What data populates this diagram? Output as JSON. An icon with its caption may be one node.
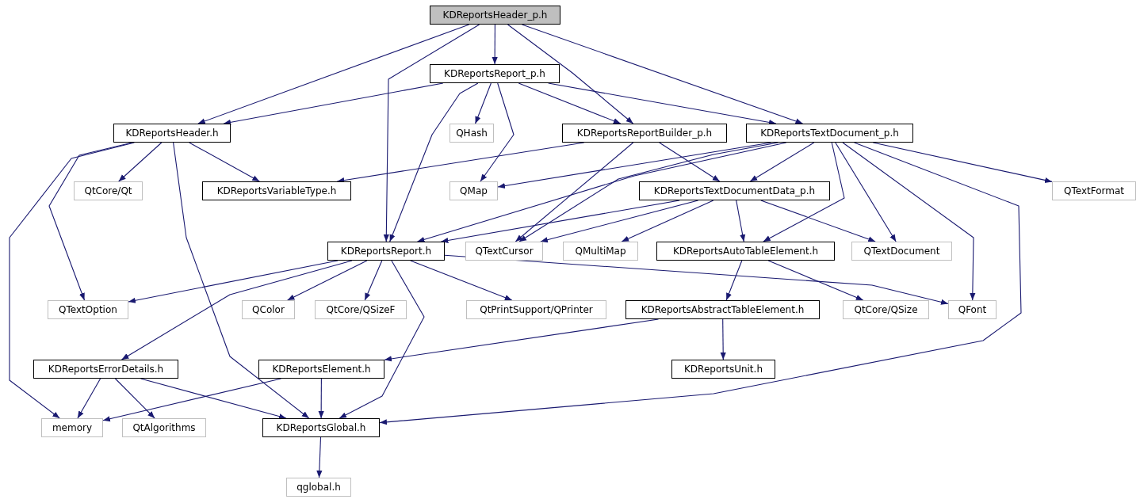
{
  "diagram": {
    "nodes": [
      {
        "text": [
          "KDReportsHeader_p.h"
        ]
      },
      {
        "text": [
          "KDReportsReport_p.h"
        ]
      },
      {
        "text": [
          "KDReportsHeader.h"
        ]
      },
      {
        "text": [
          "QHash"
        ]
      },
      {
        "text": [
          "KDReportsReportBuilder_p.h"
        ]
      },
      {
        "text": [
          "KDReportsTextDocument_p.h"
        ]
      },
      {
        "text": [
          "QtCore/Qt"
        ]
      },
      {
        "text": [
          "KDReportsVariableType.h"
        ]
      },
      {
        "text": [
          "QMap"
        ]
      },
      {
        "text": [
          "KDReportsTextDocumentData_p.h"
        ]
      },
      {
        "text": [
          "QTextFormat"
        ]
      },
      {
        "text": [
          "KDReportsReport.h"
        ]
      },
      {
        "text": [
          "QTextCursor"
        ]
      },
      {
        "text": [
          "QMultiMap"
        ]
      },
      {
        "text": [
          "KDReportsAutoTableElement.h"
        ]
      },
      {
        "text": [
          "QTextDocument"
        ]
      },
      {
        "text": [
          "QTextOption"
        ]
      },
      {
        "text": [
          "QColor"
        ]
      },
      {
        "text": [
          "QtCore/QSizeF"
        ]
      },
      {
        "text": [
          "QtPrintSupport/QPrinter"
        ]
      },
      {
        "text": [
          "KDReportsAbstractTableElement.h"
        ]
      },
      {
        "text": [
          "QtCore/QSize"
        ]
      },
      {
        "text": [
          "QFont"
        ]
      },
      {
        "text": [
          "KDReportsErrorDetails.h"
        ]
      },
      {
        "text": [
          "KDReportsElement.h"
        ]
      },
      {
        "text": [
          "KDReportsUnit.h"
        ]
      },
      {
        "text": [
          "memory"
        ]
      },
      {
        "text": [
          "QtAlgorithms"
        ]
      },
      {
        "text": [
          "KDReportsGlobal.h"
        ]
      },
      {
        "text": [
          "qglobal.h"
        ]
      }
    ],
    "edges": [
      {
        "from": 0,
        "to": 2,
        "arrow": "to"
      },
      {
        "from": 0,
        "to": 11,
        "arrow": "to"
      },
      {
        "from": 0,
        "to": 1,
        "arrow": "to"
      },
      {
        "from": 0,
        "to": 4,
        "arrow": "to"
      },
      {
        "from": 0,
        "to": 5,
        "arrow": "to"
      },
      {
        "from": 1,
        "to": 2,
        "arrow": "to"
      },
      {
        "from": 1,
        "to": 11,
        "arrow": "to"
      },
      {
        "from": 1,
        "to": 3,
        "arrow": "to"
      },
      {
        "from": 1,
        "to": 8,
        "arrow": "to"
      },
      {
        "from": 1,
        "to": 4,
        "arrow": "to"
      },
      {
        "from": 1,
        "to": 5,
        "arrow": "to"
      },
      {
        "from": 2,
        "to": 26,
        "arrow": "to"
      },
      {
        "from": 2,
        "to": 16,
        "arrow": "to"
      },
      {
        "from": 2,
        "to": 6,
        "arrow": "to"
      },
      {
        "from": 2,
        "to": 28,
        "arrow": "to"
      },
      {
        "from": 2,
        "to": 7,
        "arrow": "to"
      },
      {
        "from": 4,
        "to": 7,
        "arrow": "to"
      },
      {
        "from": 4,
        "to": 12,
        "arrow": "to"
      },
      {
        "from": 4,
        "to": 9,
        "arrow": "to"
      },
      {
        "from": 5,
        "to": 8,
        "arrow": "to"
      },
      {
        "from": 5,
        "to": 11,
        "arrow": "to"
      },
      {
        "from": 5,
        "to": 12,
        "arrow": "to"
      },
      {
        "from": 5,
        "to": 9,
        "arrow": "to"
      },
      {
        "from": 5,
        "to": 14,
        "arrow": "to"
      },
      {
        "from": 5,
        "to": 15,
        "arrow": "to"
      },
      {
        "from": 5,
        "to": 22,
        "arrow": "to"
      },
      {
        "from": 5,
        "to": 28,
        "arrow": "to"
      },
      {
        "from": 5,
        "to": 10,
        "arrow": "to"
      },
      {
        "from": 9,
        "to": 11,
        "arrow": "to"
      },
      {
        "from": 9,
        "to": 12,
        "arrow": "to"
      },
      {
        "from": 9,
        "to": 13,
        "arrow": "to"
      },
      {
        "from": 9,
        "to": 14,
        "arrow": "to"
      },
      {
        "from": 9,
        "to": 15,
        "arrow": "to"
      },
      {
        "from": 11,
        "to": 16,
        "arrow": "to"
      },
      {
        "from": 11,
        "to": 23,
        "arrow": "to"
      },
      {
        "from": 11,
        "to": 17,
        "arrow": "to"
      },
      {
        "from": 11,
        "to": 18,
        "arrow": "to"
      },
      {
        "from": 11,
        "to": 28,
        "arrow": "to"
      },
      {
        "from": 11,
        "to": 19,
        "arrow": "to"
      },
      {
        "from": 11,
        "to": 22,
        "arrow": "to"
      },
      {
        "from": 14,
        "to": 20,
        "arrow": "to"
      },
      {
        "from": 14,
        "to": 21,
        "arrow": "to"
      },
      {
        "from": 20,
        "to": 24,
        "arrow": "to"
      },
      {
        "from": 20,
        "to": 25,
        "arrow": "to"
      },
      {
        "from": 23,
        "to": 26,
        "arrow": "to"
      },
      {
        "from": 23,
        "to": 27,
        "arrow": "to"
      },
      {
        "from": 23,
        "to": 28,
        "arrow": "to"
      },
      {
        "from": 24,
        "to": 26,
        "arrow": "to"
      },
      {
        "from": 24,
        "to": 28,
        "arrow": "to"
      },
      {
        "from": 28,
        "to": 29,
        "arrow": "to"
      }
    ]
  }
}
